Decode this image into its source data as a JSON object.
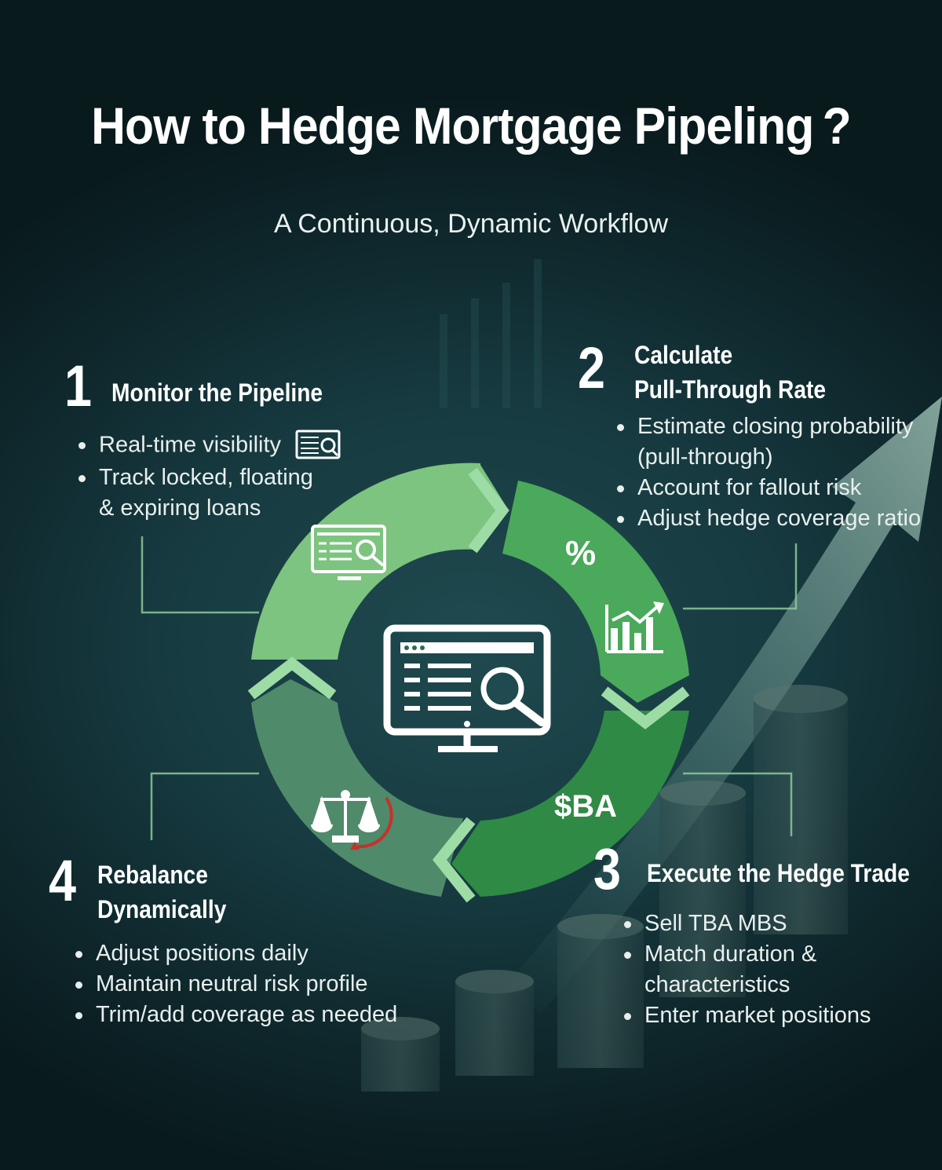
{
  "title": "How to Hedge Mortgage Pipeling ?",
  "subtitle": "A Continuous, Dynamic Workflow",
  "steps": [
    {
      "number": "1",
      "heading": "Monitor the Pipeline",
      "bullets": [
        "Real-time visibility",
        "Track locked, floating",
        "& expiring loans"
      ]
    },
    {
      "number": "2",
      "heading_line1": "Calculate",
      "heading_line2": "Pull-Through Rate",
      "bullets": [
        "Estimate closing probability",
        "(pull-through)",
        "Account for fallout risk",
        "Adjust hedge coverage ratio"
      ]
    },
    {
      "number": "3",
      "heading": "Execute the Hedge Trade",
      "bullets": [
        "Sell TBA MBS",
        "Match duration &",
        "characteristics",
        "Enter market positions"
      ]
    },
    {
      "number": "4",
      "heading_line1": "Rebalance",
      "heading_line2": "Dynamically",
      "bullets": [
        "Adjust positions daily",
        "Maintain neutral risk profile",
        "Trim/add coverage as needed"
      ]
    }
  ],
  "ring": {
    "percent_label": "%",
    "tba_label": "$BA"
  },
  "icons": {
    "center": "monitor-search-icon",
    "step1": "monitor-search-icon",
    "step2a": "percent-icon",
    "step2b": "bar-chart-up-icon",
    "step4": "balance-scale-icon"
  },
  "colors": {
    "segment1": "#7cc47f",
    "segment2": "#4aa95a",
    "segment3": "#2f8a45",
    "segment4": "#4f8a6a",
    "accent_red": "#c8302c"
  }
}
